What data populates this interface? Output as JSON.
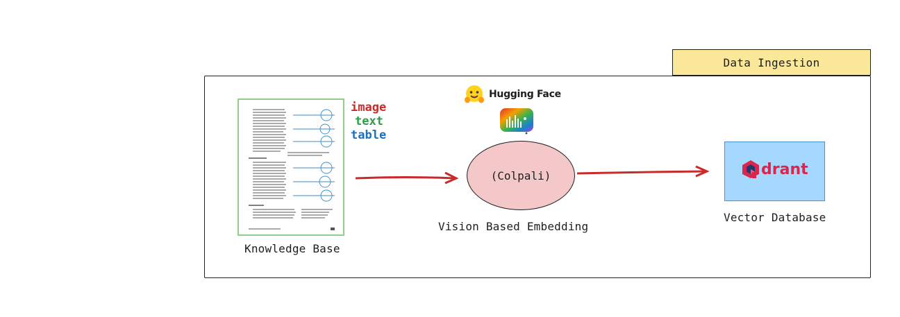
{
  "stage": {
    "label": "Data Ingestion"
  },
  "knowledge_base": {
    "caption": "Knowledge Base",
    "modalities": [
      {
        "label": "image",
        "color": "#c92a2a"
      },
      {
        "label": "text",
        "color": "#2f9e44"
      },
      {
        "label": "table",
        "color": "#1971c2"
      }
    ]
  },
  "embedding": {
    "provider": "Hugging Face",
    "model": "(Colpali)",
    "caption": "Vision Based Embedding"
  },
  "vector_db": {
    "brand": "drant",
    "caption": "Vector Database"
  },
  "colors": {
    "arrow": "#c92a2a",
    "stage_fill": "#fbe89a",
    "ellipse_fill": "#f4c8c8",
    "db_fill": "#a5d8ff",
    "doc_border": "#8fd08a",
    "qdrant": "#dc244c"
  }
}
